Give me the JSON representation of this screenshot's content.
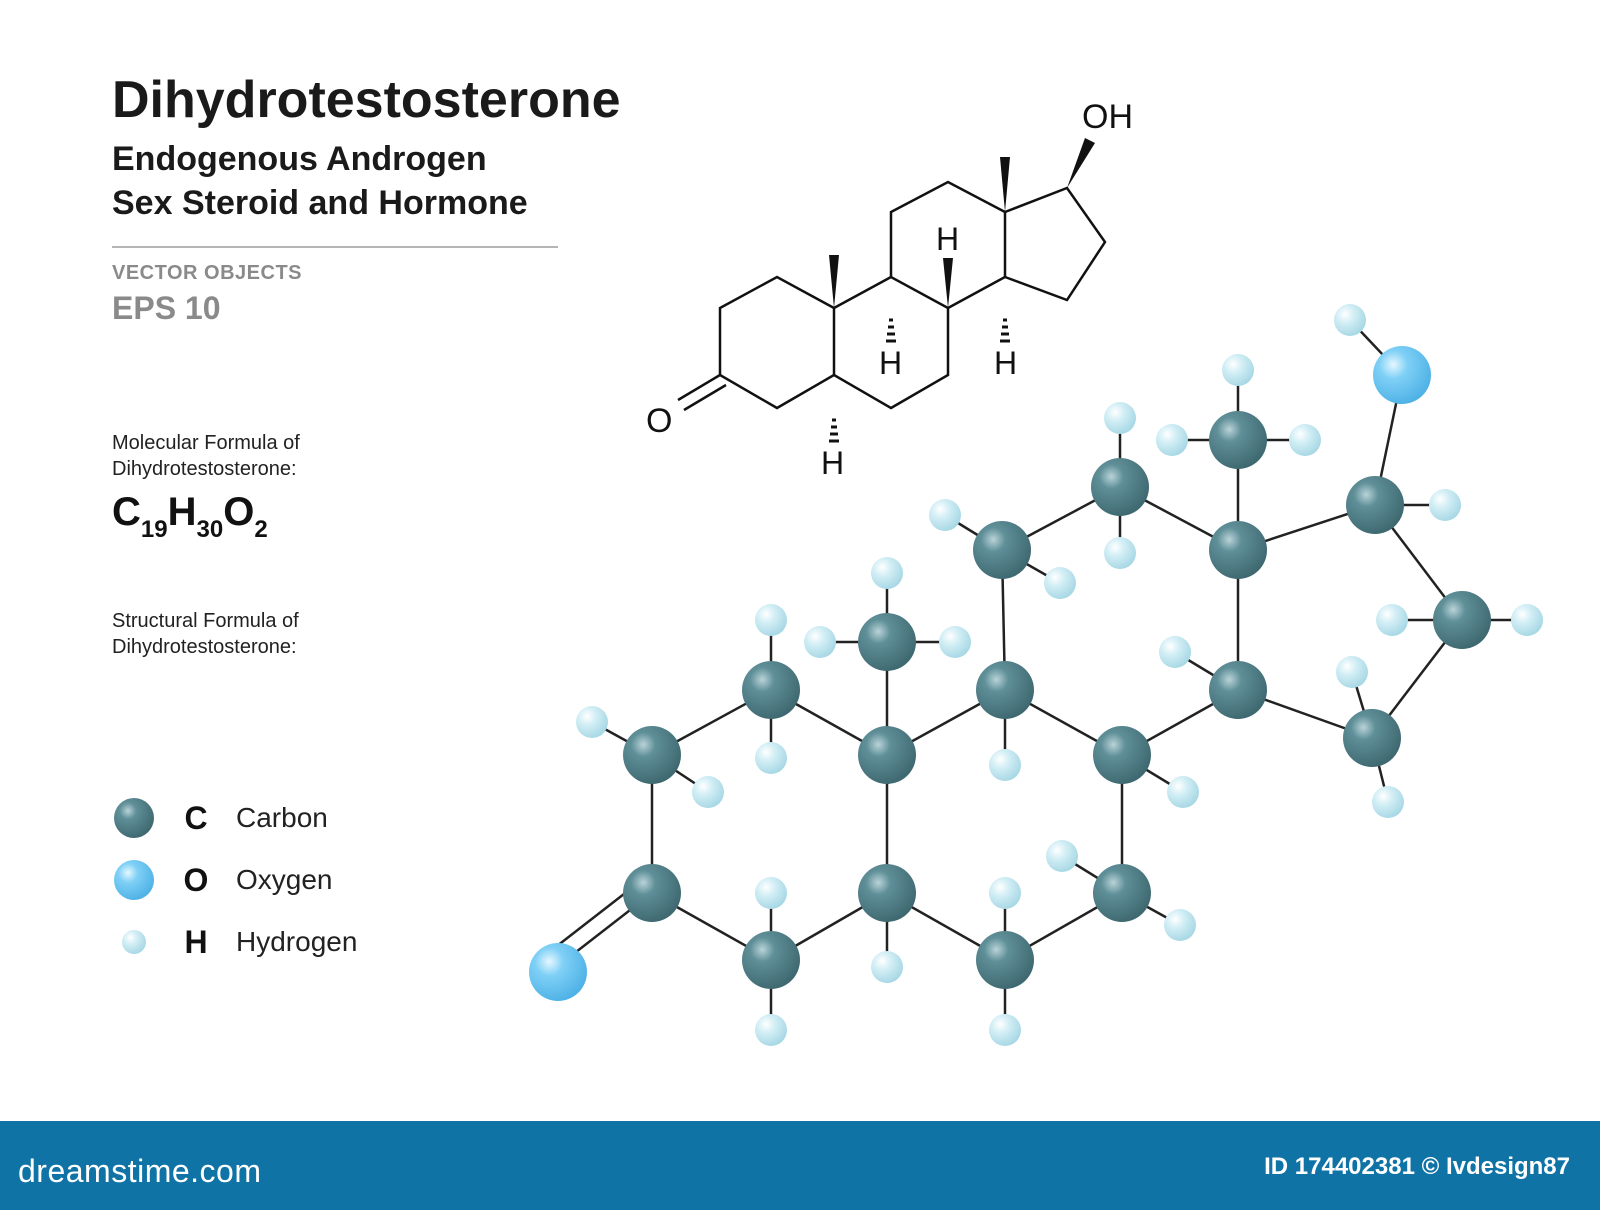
{
  "header": {
    "title": "Dihydrotestosterone",
    "subtitle_1": "Endogenous Androgen",
    "subtitle_2": "Sex Steroid and Hormone",
    "vector_objects": "VECTOR OBJECTS",
    "eps": "EPS 10"
  },
  "molecular": {
    "caption_1": "Molecular Formula of",
    "caption_2": "Dihydrotestosterone:",
    "formula_c": "C",
    "formula_c_n": "19",
    "formula_h": "H",
    "formula_h_n": "30",
    "formula_o": "O",
    "formula_o_n": "2"
  },
  "structural": {
    "caption_1": "Structural  Formula of",
    "caption_2": "Dihydrotestosterone:"
  },
  "skeletal_labels": {
    "oh": "OH",
    "o": "O",
    "h": "H"
  },
  "legend": [
    {
      "symbol": "C",
      "name": "Carbon",
      "color": "#4e7d86"
    },
    {
      "symbol": "O",
      "name": "Oxygen",
      "color": "#6fc6f2"
    },
    {
      "symbol": "H",
      "name": "Hydrogen",
      "color": "#c2e6f0"
    }
  ],
  "colors": {
    "carbon": "#4e7d86",
    "oxygen": "#6fc6f2",
    "hydrogen": "#c2e6f0",
    "bond": "#222222",
    "footer": "#0f73a6"
  },
  "footer": {
    "brand": "dreamstime.com",
    "id_text": "ID 174402381 © Ivdesign87"
  }
}
